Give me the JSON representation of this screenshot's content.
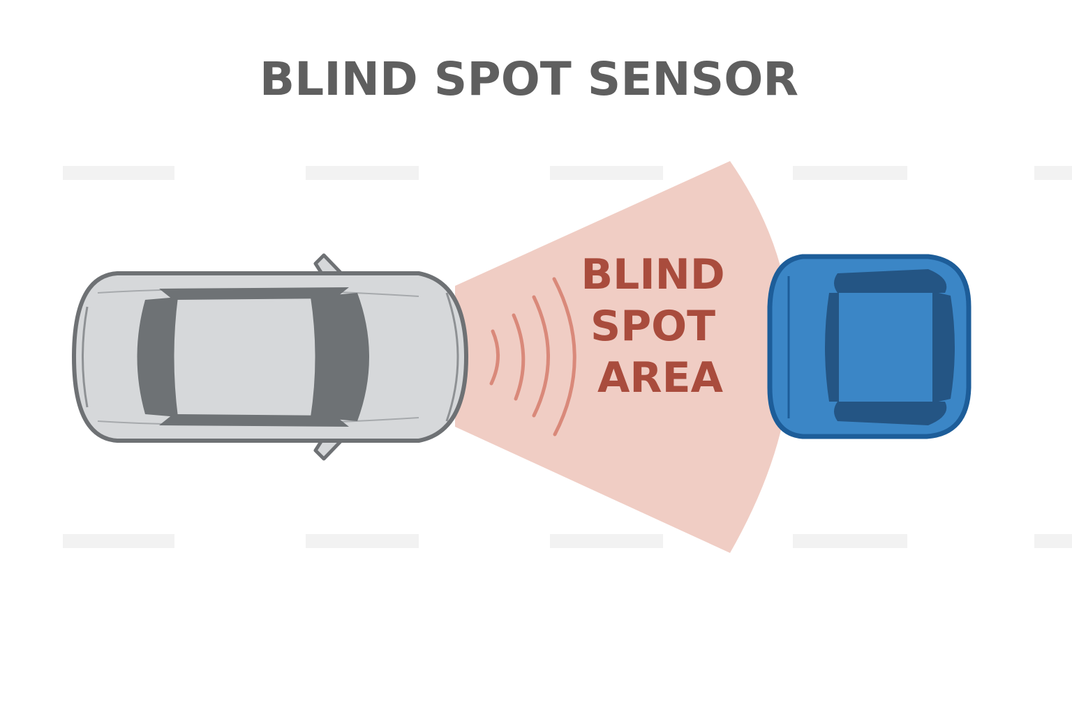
{
  "title": "BLIND SPOT SENSOR",
  "zone_label_lines": [
    "BLIND",
    "SPOT",
    "AREA"
  ],
  "colors": {
    "title": "#5f5f5f",
    "zone_fill": "#f0cdc4",
    "zone_text": "#a94c3d",
    "wave": "#d9897a",
    "car_body": "#d6d8da",
    "car_outline": "#6e7174",
    "car_glass": "#6e7275",
    "blue_car_body": "#3b86c6",
    "blue_car_outline": "#1d5d99",
    "blue_car_glass": "#245584",
    "lane_mark": "#f2f2f2"
  },
  "icons": {
    "sensor_car": "sedan-top-view-icon",
    "detected_car": "car-top-view-icon",
    "sensor_waves": "signal-waves-icon"
  }
}
